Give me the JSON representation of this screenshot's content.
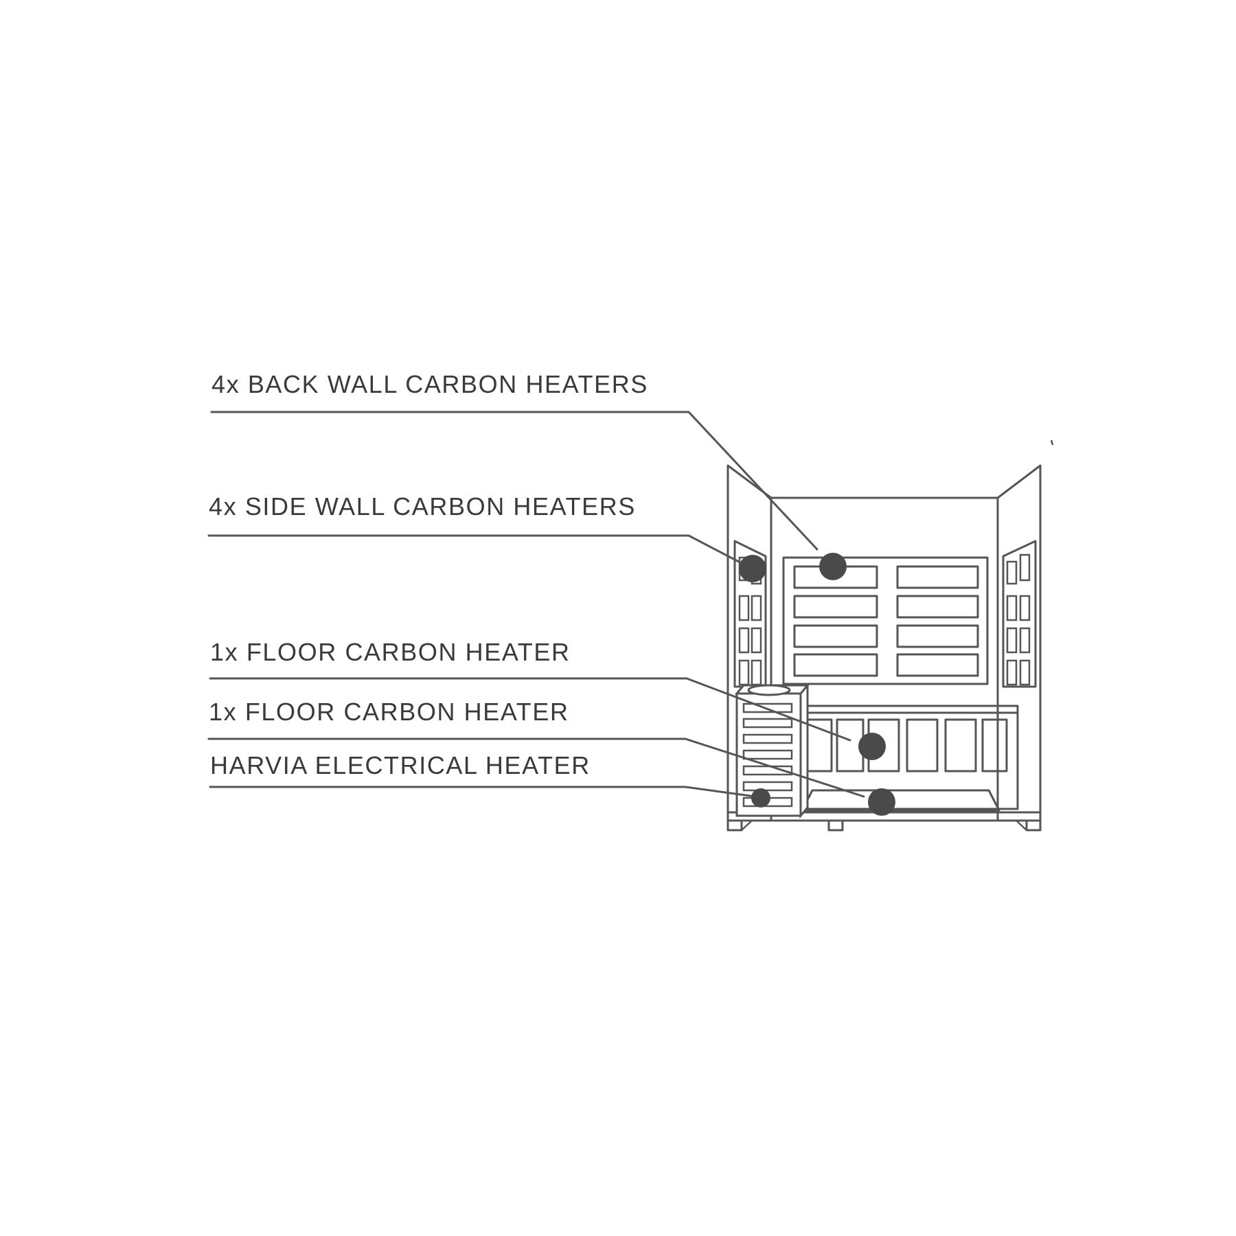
{
  "callouts": [
    {
      "id": "back-wall",
      "label": "4x BACK WALL CARBON HEATERS"
    },
    {
      "id": "side-wall",
      "label": "4x SIDE WALL CARBON HEATERS"
    },
    {
      "id": "floor-1",
      "label": "1x FLOOR CARBON HEATER"
    },
    {
      "id": "floor-2",
      "label": "1x FLOOR CARBON HEATER"
    },
    {
      "id": "harvia",
      "label": "HARVIA ELECTRICAL HEATER"
    }
  ],
  "colors": {
    "line": "#555555",
    "text": "#3a3a3a",
    "dot": "#4a4a4a",
    "background": "#ffffff"
  }
}
